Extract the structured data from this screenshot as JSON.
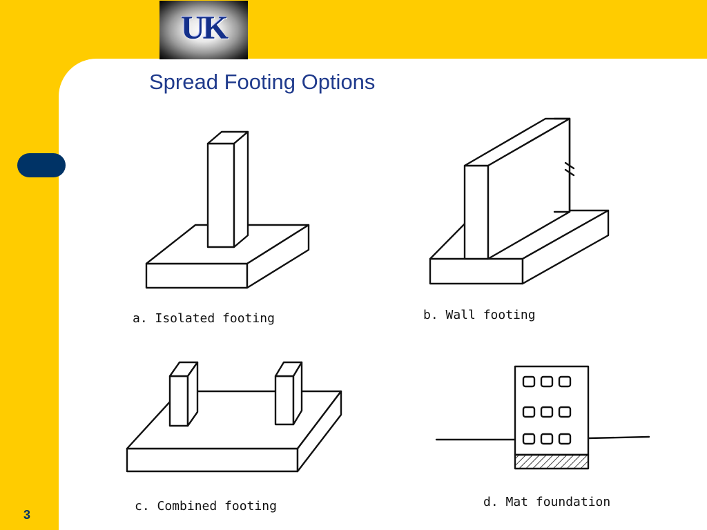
{
  "title": "Spread Footing Options",
  "logo_text": "UK",
  "slide_number": "3",
  "figures": [
    {
      "id": "a",
      "caption": "a.  Isolated footing"
    },
    {
      "id": "b",
      "caption": "b.  Wall footing"
    },
    {
      "id": "c",
      "caption": "c.  Combined footing"
    },
    {
      "id": "d",
      "caption": "d. Mat foundation"
    }
  ],
  "colors": {
    "background": "#FFCC00",
    "panel": "#FFFFFF",
    "accent": "#003366",
    "title": "#1F3A8C"
  }
}
